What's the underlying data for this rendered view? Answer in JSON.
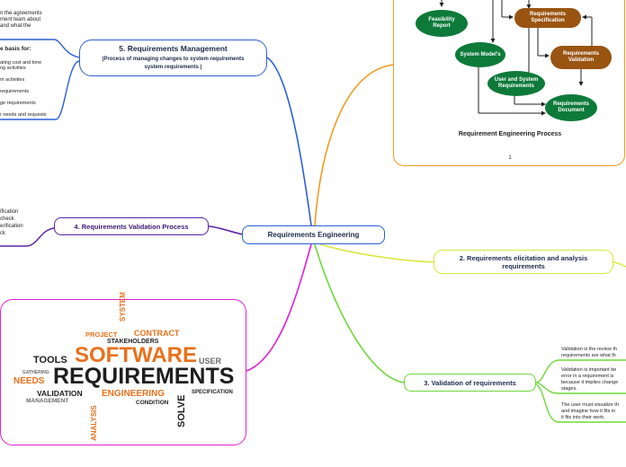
{
  "root": {
    "label": "Requirements Engineering"
  },
  "branches": {
    "management": {
      "title": "5. Requirements Management",
      "subtitle": "(Process of managing changes to system requirements system requirements )",
      "intro": [
        "n the agreements",
        "ment team about",
        "and what the"
      ],
      "basis_title": "e basis for:",
      "basis_items": [
        "ating cost and time",
        "ng activities",
        "m activities",
        "requirements",
        "ge requirements",
        "r needs and requests"
      ]
    },
    "validation_process": {
      "title": "4. Requirements Validation Process",
      "notes": [
        "ification",
        "check",
        "erification",
        "ck"
      ]
    },
    "elicitation": {
      "title": "2. Requirements elicitation and analysis requirements"
    },
    "validation": {
      "title": "3. Validation of requirements",
      "notes": [
        [
          "Validation is the review th",
          "requirements are what th"
        ],
        [
          "Validation is important be",
          "error in a requirement is",
          "because it implies change",
          "stages."
        ],
        [
          "The user must visualize th",
          "and imagine how it fits in",
          "it fits into their work."
        ]
      ]
    }
  },
  "process_image": {
    "caption": "Requirement Engineering Process",
    "page_number": "1",
    "nodes": {
      "feasibility": "Feasibility Report",
      "spec": "Requirements Specification",
      "system_models": "System Model's",
      "validation": "Requirements Validation",
      "user_system": "User and System Requirements",
      "document": "Requirements Document"
    }
  },
  "word_cloud": {
    "system": "SYSTEM",
    "project": "PROJECT",
    "contract": "CONTRACT",
    "stakeholders": "STAKEHOLDERS",
    "tools": "TOOLS",
    "software": "SOFTWARE",
    "user": "USER",
    "gathering": "GATHERING",
    "needs": "NEEDS",
    "requirements": "REQUIREMENTS",
    "validation": "VALIDATION",
    "engineering": "ENGINEERING",
    "solve": "SOLVE",
    "specification": "SPECIFICATION",
    "management": "MANAGEMENT",
    "condition": "CONDITION",
    "analysis": "ANALYSIS"
  },
  "colors": {
    "orange": "#f39a1e",
    "blue": "#2a5fd6",
    "purple": "#5b22a6",
    "magenta": "#e020d8",
    "yellow": "#d9e63a",
    "green": "#6ed83a",
    "dark_green": "#0e7a3a",
    "brown": "#9a5412",
    "cloud_orange": "#e8711c",
    "cloud_dark": "#1e1e1e"
  }
}
